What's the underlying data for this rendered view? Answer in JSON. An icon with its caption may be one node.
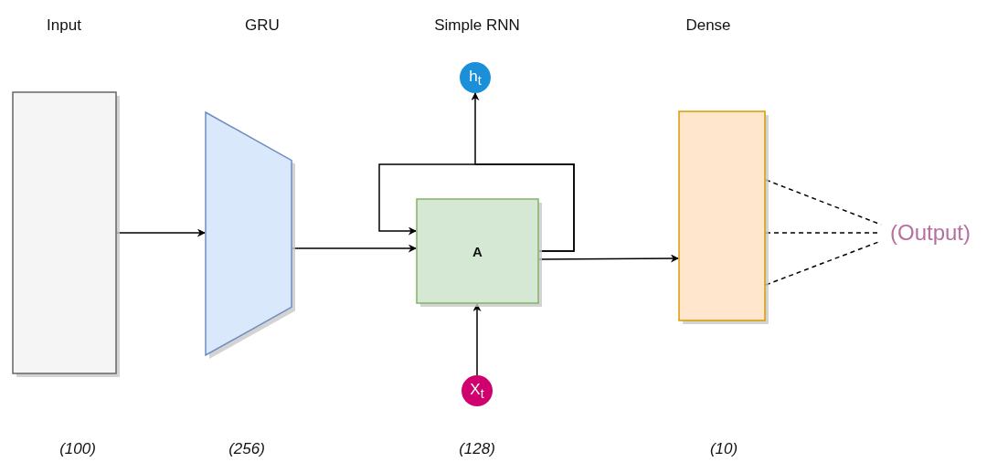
{
  "diagram": {
    "nodes": [
      {
        "text": [],
        "shape": "box"
      },
      {
        "text": [],
        "shape": "trapezoid"
      },
      {
        "text": [
          "A"
        ]
      },
      {
        "text": [
          "h$_{t}$"
        ]
      },
      {
        "text": [
          "X$_{t}$"
        ]
      },
      {
        "text": [],
        "shape": "box"
      },
      {
        "text": [
          "(Output)"
        ]
      }
    ],
    "edges": [
      {
        "from": 0,
        "to": 1,
        "arrow": "to"
      },
      {
        "from": 1,
        "to": 2,
        "arrow": "to"
      },
      {
        "from": 2,
        "to": 2,
        "arrow": "to"
      },
      {
        "from": 2,
        "to": 3,
        "arrow": "to"
      },
      {
        "from": 4,
        "to": 2,
        "arrow": "to"
      },
      {
        "from": 2,
        "to": 5,
        "arrow": "to"
      },
      {
        "from": 5,
        "to": 6,
        "arrow": "none",
        "style": "dashed"
      },
      {
        "from": 5,
        "to": 6,
        "arrow": "none",
        "style": "dashed"
      },
      {
        "from": 5,
        "to": 6,
        "arrow": "none",
        "style": "dashed"
      }
    ],
    "labels": [
      "Input",
      "GRU",
      "Simple RNN",
      "Dense",
      "(100)",
      "(256)",
      "(128)",
      "(10)"
    ]
  }
}
